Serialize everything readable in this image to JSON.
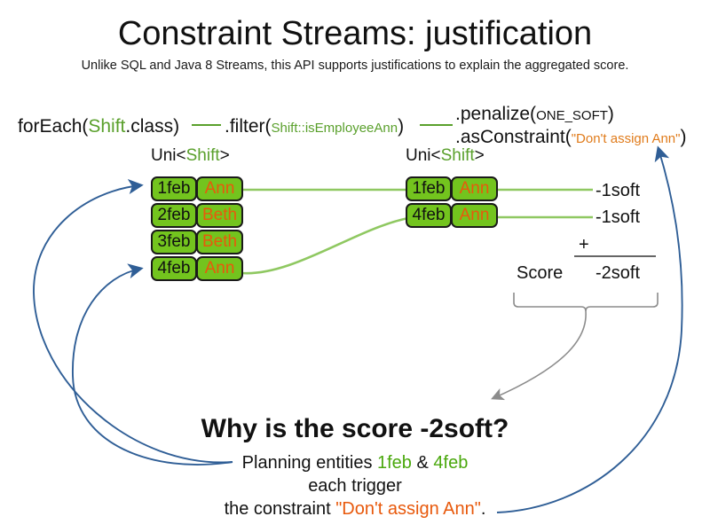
{
  "slide": {
    "title": "Constraint Streams: justification",
    "subtitle": "Unlike SQL and Java 8 Streams, this API supports justifications to explain the aggregated score."
  },
  "code_line": {
    "foreach_prefix": "forEach(",
    "foreach_type": "Shift",
    "foreach_suffix": ".class)",
    "filter_prefix": ".filter(",
    "filter_ref": "Shift::isEmployeeAnn",
    "filter_suffix": ")",
    "penalize_prefix": ".penalize(",
    "penalize_const": "ONE_SOFT",
    "penalize_suffix": ")",
    "asconstraint_prefix": ".asConstraint(",
    "asconstraint_string": "\"Don't assign Ann\"",
    "asconstraint_suffix": ")"
  },
  "streams": [
    {
      "caption_prefix": "Uni<",
      "caption_type": "Shift",
      "caption_suffix": ">",
      "rows": [
        {
          "date": "1feb",
          "employee": "Ann"
        },
        {
          "date": "2feb",
          "employee": "Beth"
        },
        {
          "date": "3feb",
          "employee": "Beth"
        },
        {
          "date": "4feb",
          "employee": "Ann"
        }
      ]
    },
    {
      "caption_prefix": "Uni<",
      "caption_type": "Shift",
      "caption_suffix": ">",
      "rows": [
        {
          "date": "1feb",
          "employee": "Ann"
        },
        {
          "date": "4feb",
          "employee": "Ann"
        }
      ]
    }
  ],
  "score": {
    "penalty_1": "-1soft",
    "penalty_2": "-1soft",
    "plus": "+",
    "score_word": "Score",
    "total": "-2soft"
  },
  "explanation": {
    "heading": "Why is the score -2soft?",
    "line1_prefix": "Planning entities ",
    "line1_entity_a": "1feb",
    "line1_amp": " & ",
    "line1_entity_b": "4feb",
    "line2": "each trigger",
    "line3_prefix": "the constraint ",
    "line3_constraint": "\"Don't assign Ann\"",
    "line3_suffix": "."
  },
  "colors": {
    "fact_fill": "#73c41e",
    "fact_border": "#1a1a1a",
    "type_green": "#5aa02c",
    "entity_green": "#4aa80d",
    "string_orange": "#e8590c",
    "stream_line_green": "#8fc861",
    "justification_blue": "#2f5e96",
    "brace_gray": "#8c8c8c"
  }
}
